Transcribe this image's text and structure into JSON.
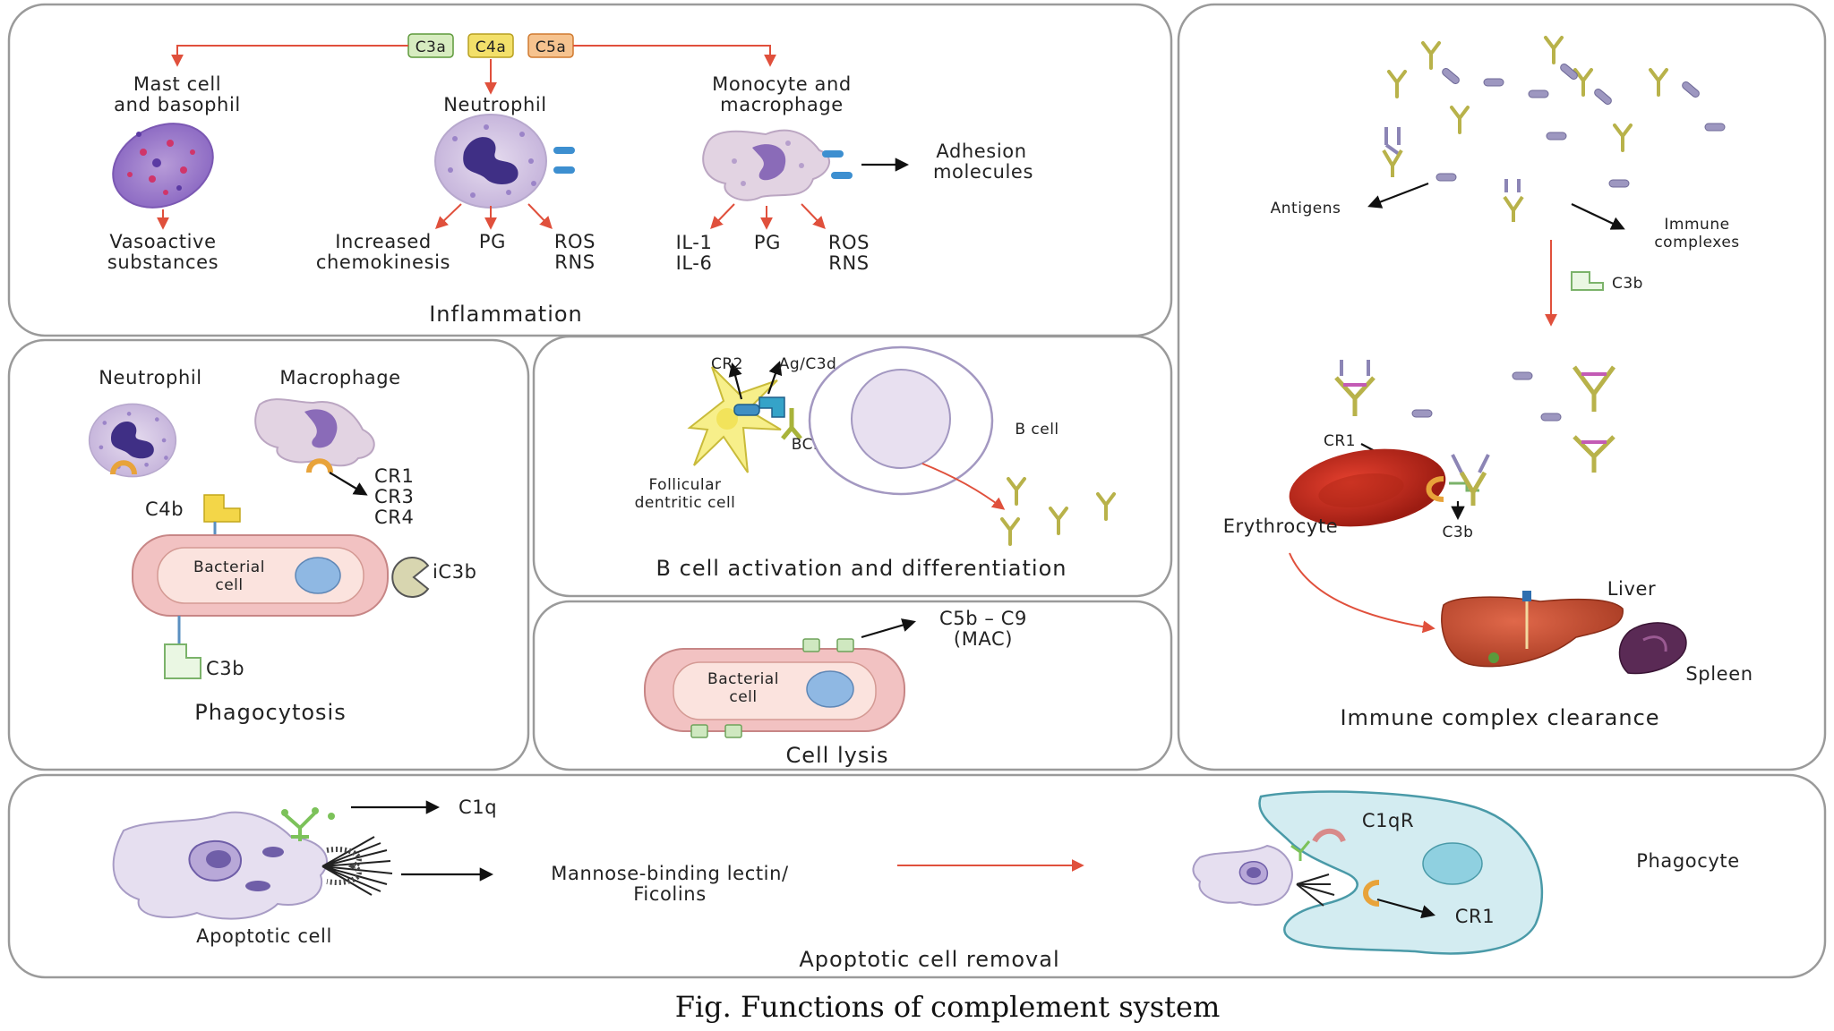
{
  "caption": "Fig. Functions of complement system",
  "inflammation": {
    "title": "Inflammation",
    "anaphylatoxins": [
      "C3a",
      "C4a",
      "C5a"
    ],
    "mast_cell": [
      "Mast cell",
      "and basophil"
    ],
    "neutrophil": "Neutrophil",
    "monocyte": [
      "Monocyte and",
      "macrophage"
    ],
    "vasoactive": [
      "Vasoactive",
      "substances"
    ],
    "increased": [
      "Increased",
      "chemokinesis"
    ],
    "pg": "PG",
    "ros_rns": [
      "ROS",
      "RNS"
    ],
    "il": [
      "IL-1",
      "IL-6"
    ],
    "adhesion": [
      "Adhesion",
      "molecules"
    ]
  },
  "phagocytosis": {
    "title": "Phagocytosis",
    "neutrophil": "Neutrophil",
    "macrophage": "Macrophage",
    "receptors": [
      "CR1",
      "CR3",
      "CR4"
    ],
    "c4b": "C4b",
    "bacterial_cell": [
      "Bacterial",
      "cell"
    ],
    "ic3b": "iC3b",
    "c3b": "C3b"
  },
  "b_cell": {
    "title": "B cell activation and differentiation",
    "cr2": "CR2",
    "ag_c3d": "Ag/C3d",
    "bcr": "BCR",
    "b_cell_label": "B cell",
    "fdc": [
      "Follicular",
      "dentritic cell"
    ]
  },
  "lysis": {
    "title": "Cell lysis",
    "mac": [
      "C5b – C9",
      "(MAC)"
    ],
    "bacterial_cell": [
      "Bacterial",
      "cell"
    ]
  },
  "clearance": {
    "title": "Immune complex clearance",
    "antigens": "Antigens",
    "immune_complexes": [
      "Immune",
      "complexes"
    ],
    "c3b": "C3b",
    "cr1": "CR1",
    "erythrocyte": "Erythrocyte",
    "c3b_bottom": "C3b",
    "liver": "Liver",
    "spleen": "Spleen"
  },
  "apoptotic": {
    "title": "Apoptotic cell removal",
    "c1q": "C1q",
    "mbl": [
      "Mannose-binding lectin/",
      "Ficolins"
    ],
    "apoptotic_cell": "Apoptotic cell",
    "c1qr": "C1qR",
    "cr1": "CR1",
    "phagocyte": "Phagocyte"
  },
  "colors": {
    "c3a": "#d7ecc0",
    "c4a": "#f3e06a",
    "c5a": "#f6c38f",
    "arrow_red": "#e0503c",
    "neutrophil_cell": "#d6c9e4",
    "nucleus": "#4a3a8a",
    "macrophage_cell": "#e2d3e2",
    "bacterial_outer": "#f2c2c2",
    "bacterial_inner": "#fbe3de",
    "bacterial_nucleus": "#8fb8e3",
    "fdc": "#f7ef8a",
    "b_cell": "#e8e0f0",
    "erythrocyte": "#c0281b",
    "liver": "#c44a2a",
    "spleen": "#5a2a55",
    "phagocyte": "#d3ecf1"
  }
}
